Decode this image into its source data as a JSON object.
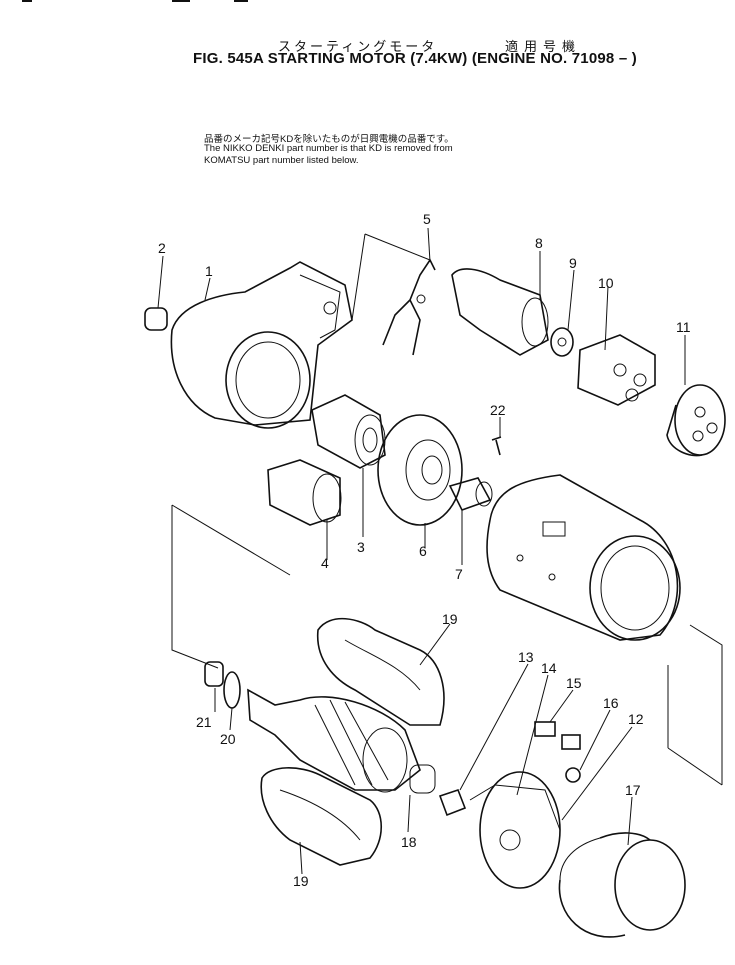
{
  "header": {
    "jp_title": "スターティングモータ",
    "jp_applicable": "適用号機",
    "title": "FIG. 545A  STARTING MOTOR (7.4KW) (ENGINE NO. 71098 – )"
  },
  "notes": {
    "jp_line": "品番のメーカ記号KDを除いたものが日興電機の品番です。",
    "line1": "The NIKKO DENKI part number is that KD is removed from",
    "line2": "KOMATSU part number listed below."
  },
  "callouts": [
    "1",
    "2",
    "3",
    "4",
    "5",
    "6",
    "7",
    "8",
    "9",
    "10",
    "11",
    "12",
    "13",
    "14",
    "15",
    "16",
    "17",
    "18",
    "19",
    "19",
    "20",
    "21",
    "22"
  ]
}
